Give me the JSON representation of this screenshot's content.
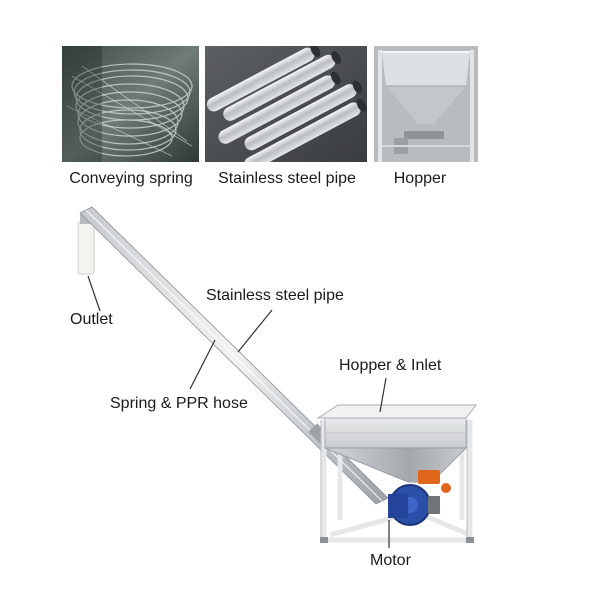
{
  "photos": [
    {
      "caption": "Conveying spring"
    },
    {
      "caption": "Stainless steel pipe"
    },
    {
      "caption": "Hopper"
    }
  ],
  "callouts": {
    "outlet": "Outlet",
    "pipe": "Stainless steel pipe",
    "spring": "Spring & PPR hose",
    "hopper": "Hopper & Inlet",
    "motor": "Motor"
  },
  "colors": {
    "steel_light": "#e6e8ea",
    "steel_dark": "#8d9297",
    "motor_blue": "#2b4fa8",
    "valve_orange": "#e0661c"
  }
}
